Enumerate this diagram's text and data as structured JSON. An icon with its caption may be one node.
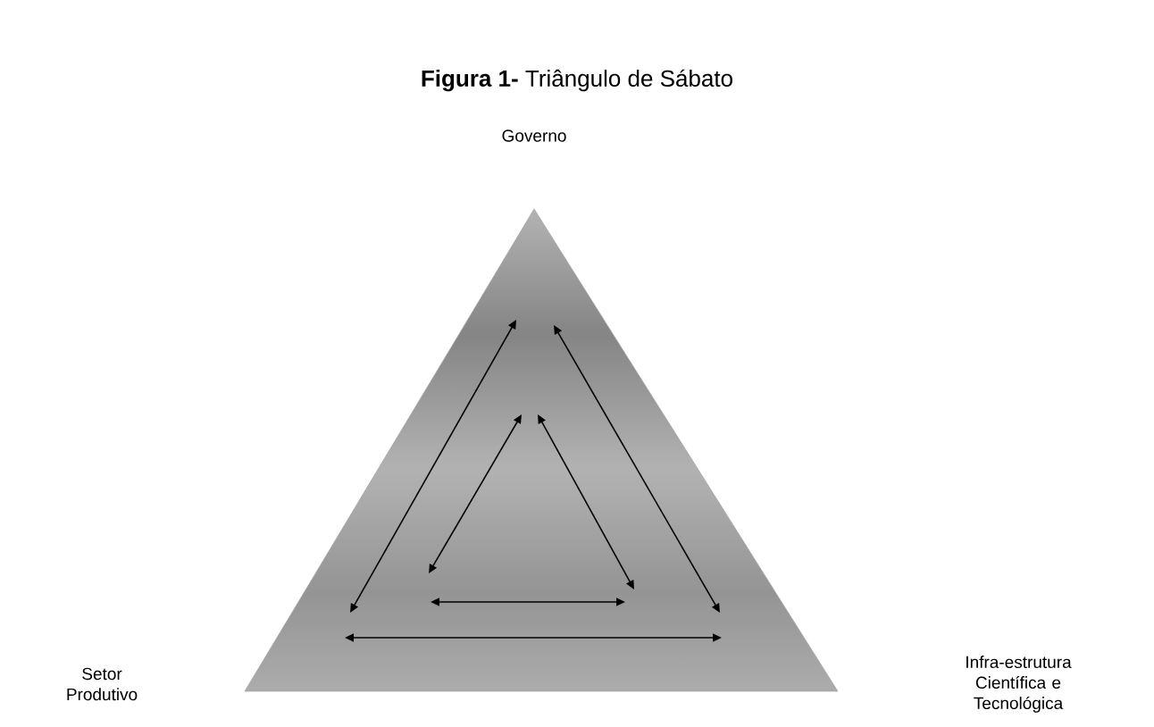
{
  "diagram": {
    "title": "**Figura 1-** Triângulo de Sábato",
    "nodes": [
      {
        "text": [
          "Governo"
        ]
      },
      {
        "text": [
          "Setor Produtivo"
        ]
      },
      {
        "text": [
          "Infra-estrutura Científica e Tecnológica"
        ]
      }
    ]
  }
}
